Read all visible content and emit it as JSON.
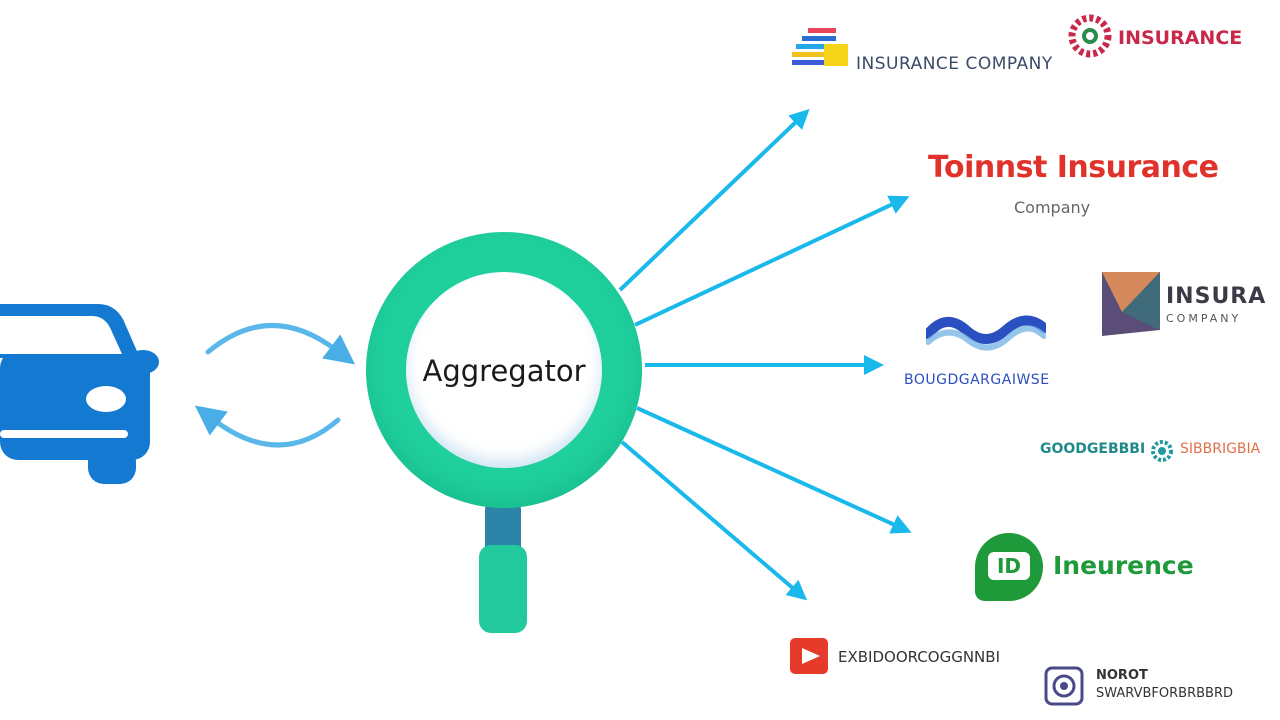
{
  "colors": {
    "car": "#1479d0",
    "cycle": "#5ab7ea",
    "arrow": "#1ab9ec",
    "magnifier_ring": "#1fcf9c",
    "magnifier_inner": "#ffffff",
    "handle_dark": "#2c84a8",
    "handle_light": "#22c99c"
  },
  "center": {
    "label": "Aggregator"
  },
  "logos": {
    "l1": {
      "text": "INSURANCE COMPANY"
    },
    "l2": {
      "text": "INSURANCE"
    },
    "l3": {
      "title": "Toinnst Insurance",
      "subtitle": "Company"
    },
    "l4": {
      "text": "INSURA",
      "subtitle": "COMPANY"
    },
    "l5": {
      "text": "BOUGDGARGAIWSE"
    },
    "l6": {
      "left": "GOODGEBBBI",
      "right": "SIBBRIGBIA"
    },
    "l7": {
      "text": "Ineurence",
      "badge": "ID"
    },
    "l8": {
      "text": "EXBIDOORCOGGNNBI"
    },
    "l9": {
      "line1": "NOROT",
      "line2": "SWARVBFORBRBBRD"
    }
  }
}
